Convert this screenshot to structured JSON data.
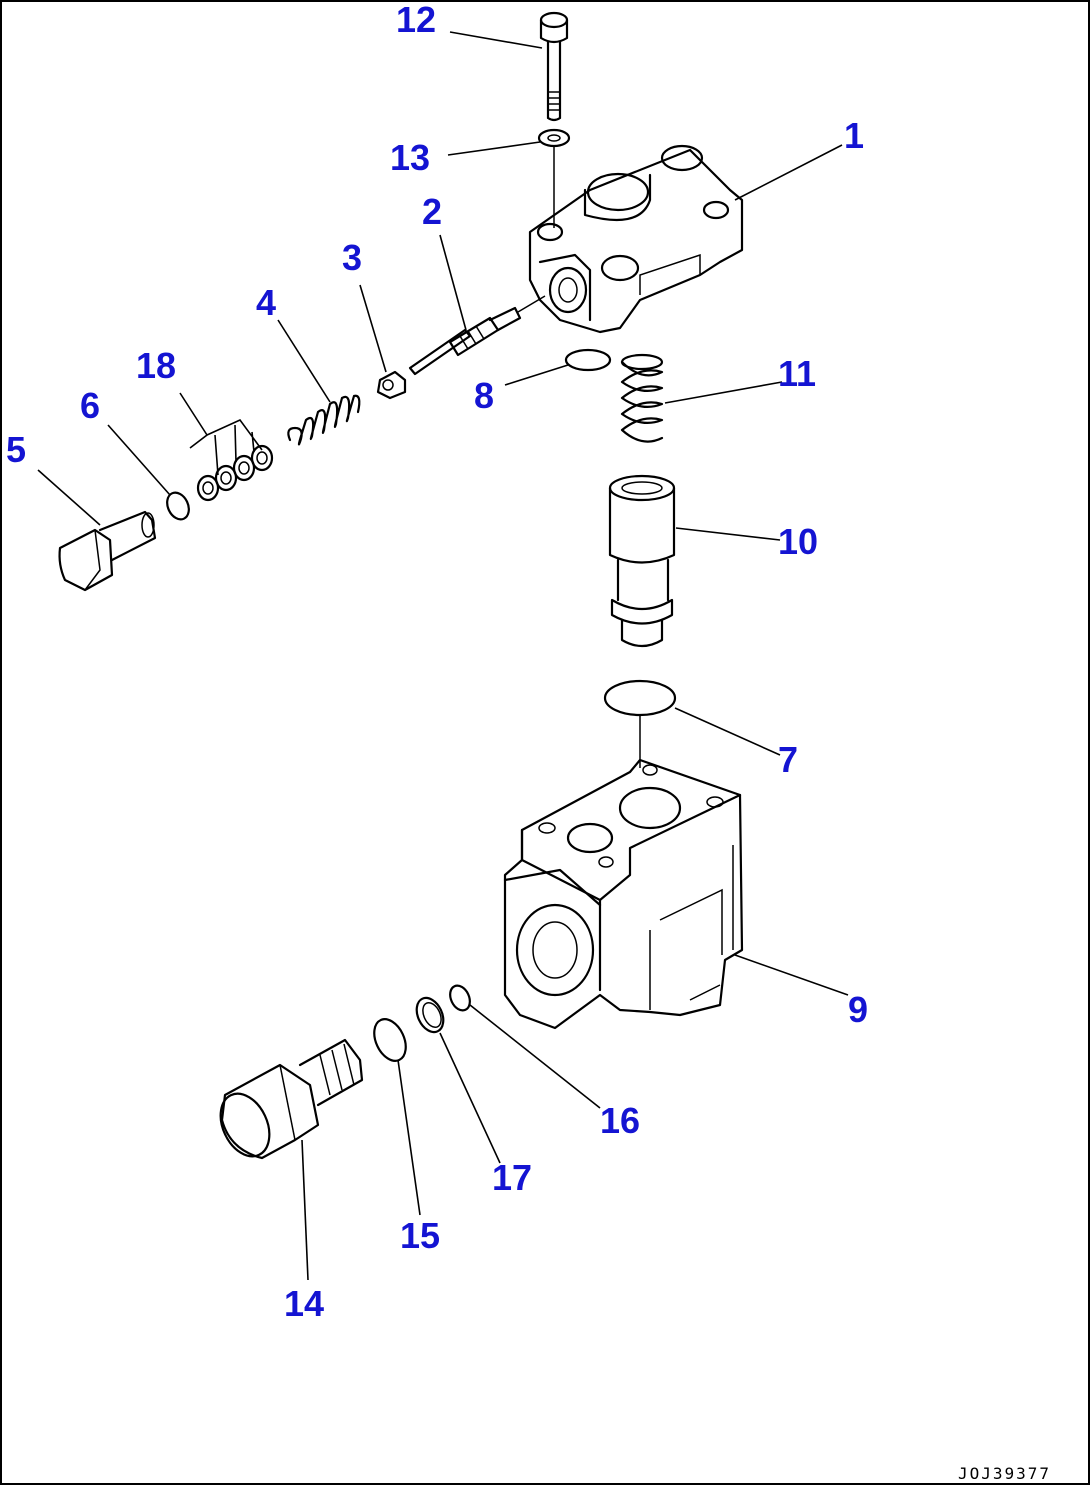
{
  "callouts": {
    "c1": "1",
    "c2": "2",
    "c3": "3",
    "c4": "4",
    "c5": "5",
    "c6": "6",
    "c7": "7",
    "c8": "8",
    "c9": "9",
    "c10": "10",
    "c11": "11",
    "c12": "12",
    "c13": "13",
    "c14": "14",
    "c15": "15",
    "c16": "16",
    "c17": "17",
    "c18": "18"
  },
  "drawing_code": "JOJ39377",
  "colors": {
    "callout": "#1414d2",
    "line": "#000000",
    "background": "#ffffff"
  }
}
